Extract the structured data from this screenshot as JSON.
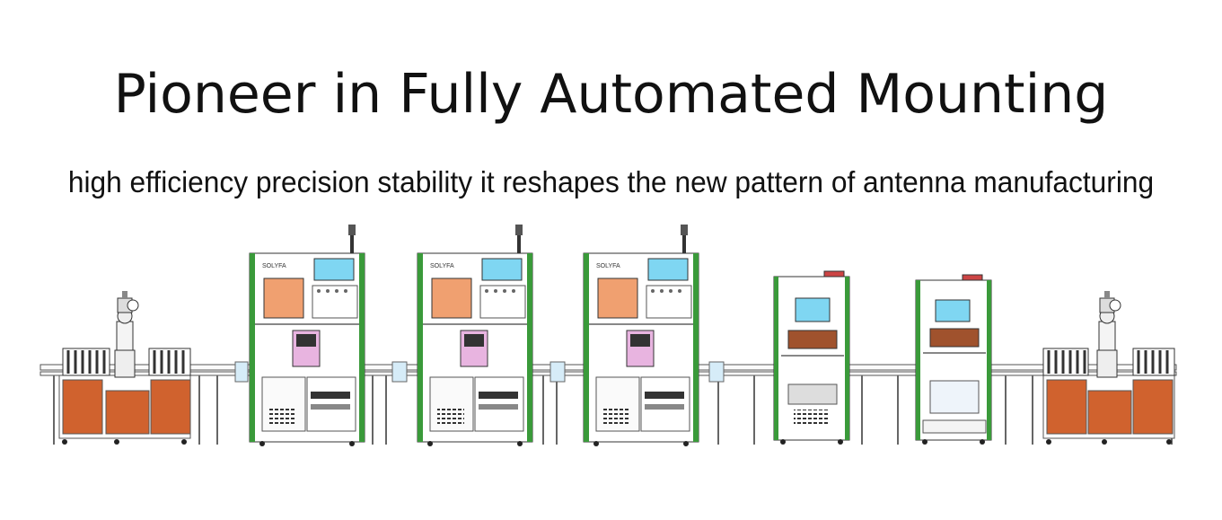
{
  "header": {
    "title": "Pioneer in Fully Automated Mounting",
    "subtitle": "high efficiency  precision  stability it reshapes the new pattern of antenna manufacturing"
  },
  "machines": {
    "brand_label": "SOLYFA"
  },
  "colors": {
    "frame_green": "#3a9a3a",
    "screen_cyan": "#7fd6f2",
    "door_orange": "#f0a070",
    "cabinet_rust": "#d0622e",
    "window_brown": "#a0522d",
    "line_gray": "#555555"
  }
}
